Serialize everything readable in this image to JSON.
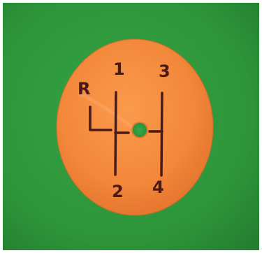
{
  "photo": {
    "background_color": "#2f9a3c",
    "disc_color": "#f28a3c",
    "ink_color": "#4a1a16",
    "gear_labels": {
      "reverse": "R",
      "first": "1",
      "second": "2",
      "third": "3",
      "fourth": "4"
    }
  }
}
